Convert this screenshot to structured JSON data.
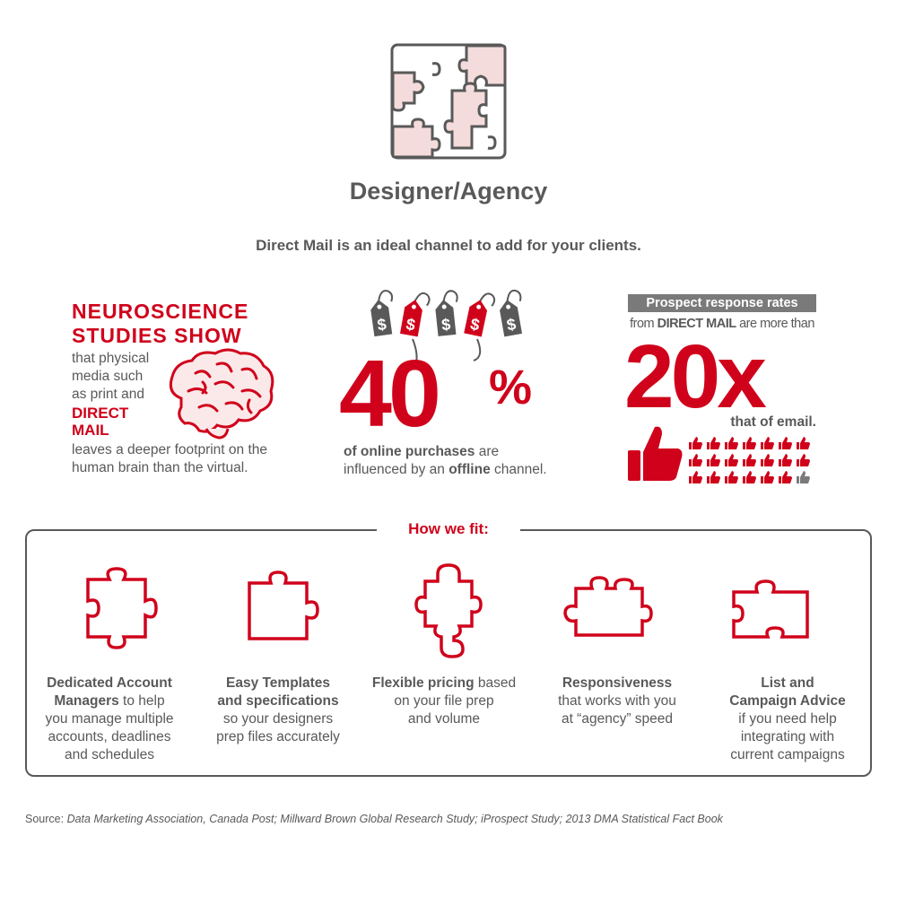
{
  "header": {
    "title": "Designer/Agency",
    "subtitle": "Direct Mail is an ideal channel to add for your clients."
  },
  "neuroscience": {
    "heading_line1": "NEUROSCIENCE",
    "heading_line2": "STUDIES SHOW",
    "body_line1": "that physical",
    "body_line2": "media such",
    "body_line3": "as print and",
    "emphasis_line1": "DIRECT",
    "emphasis_line2": "MAIL",
    "body_line4": "leaves a deeper footprint on the",
    "body_line5": "human brain than the virtual."
  },
  "purchases": {
    "tag_symbol": "$",
    "stat": "40",
    "stat_unit": "%",
    "caption_bold1": "of online purchases",
    "caption_rest1": " are",
    "caption_line2_pre": "influenced by an ",
    "caption_bold2": "offline",
    "caption_line2_post": " channel."
  },
  "response": {
    "label": "Prospect response rates",
    "sub_pre": "from ",
    "sub_bold": "DIRECT MAIL",
    "sub_post": " are more than",
    "stat": "20x",
    "caption": "that of email.",
    "thumbs_total": 21,
    "thumbs_gray": 1
  },
  "fit": {
    "title": "How we fit:",
    "items": [
      {
        "bold1": "Dedicated Account",
        "bold2": "Managers",
        "rest2": " to help",
        "line3": "you manage multiple",
        "line4": "accounts, deadlines",
        "line5": "and schedules"
      },
      {
        "bold1": "Easy Templates",
        "bold2": "and specifications",
        "line3": "so your designers",
        "line4": "prep files accurately"
      },
      {
        "bold1": "Flexible pricing",
        "rest1": " based",
        "line2": "on your file prep",
        "line3": "and volume"
      },
      {
        "bold1": "Responsiveness",
        "line2": "that works with you",
        "line3": "at “agency” speed"
      },
      {
        "bold1": "List and",
        "bold2": "Campaign Advice",
        "line3": "if you need help",
        "line4": "integrating with",
        "line5": "current campaigns"
      }
    ]
  },
  "source": {
    "label": "Source: ",
    "text": "Data Marketing Association, Canada Post; Millward Brown Global Research Study; iProspect Study; 2013 DMA Statistical Fact Book"
  },
  "colors": {
    "accent": "#d0021b",
    "text": "#595959",
    "pink": "#f4dcdc"
  }
}
